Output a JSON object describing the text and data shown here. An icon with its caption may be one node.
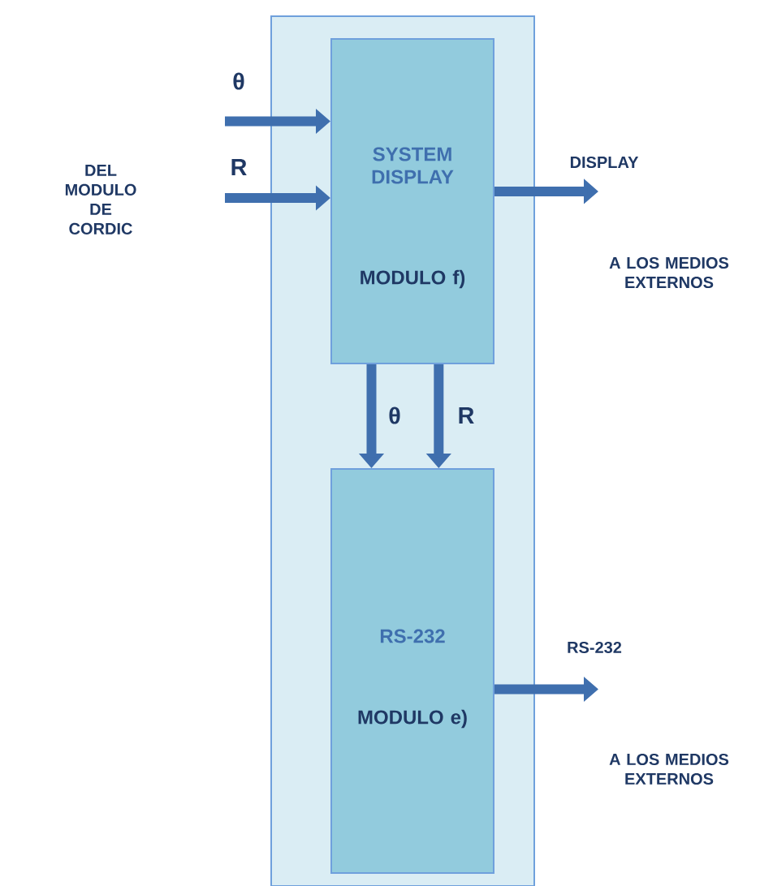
{
  "diagram": {
    "nodes": [
      {
        "text": [],
        "shape": "box"
      },
      {
        "text": [
          "SYSTEM DISPLAY",
          "MODULO f)"
        ],
        "in": 0
      },
      {
        "text": [
          "RS-232",
          "MODULO e)"
        ],
        "in": 0
      }
    ],
    "edges": [
      {
        "from": null,
        "to": 1,
        "arrow": "to",
        "label": "θ"
      },
      {
        "from": null,
        "to": 1,
        "arrow": "to",
        "label": "R"
      },
      {
        "from": 1,
        "to": 2,
        "arrow": "to",
        "label": "θ"
      },
      {
        "from": 1,
        "to": 2,
        "arrow": "to",
        "label": "R"
      },
      {
        "from": 1,
        "to": null,
        "arrow": "to",
        "label": "DISPLAY"
      },
      {
        "from": 2,
        "to": null,
        "arrow": "to",
        "label": "RS-232"
      }
    ],
    "labels": [
      "DEL MODULO DE CORDIC",
      "A LOS MEDIOS EXTERNOS",
      "A LOS MEDIOS EXTERNOS"
    ]
  }
}
